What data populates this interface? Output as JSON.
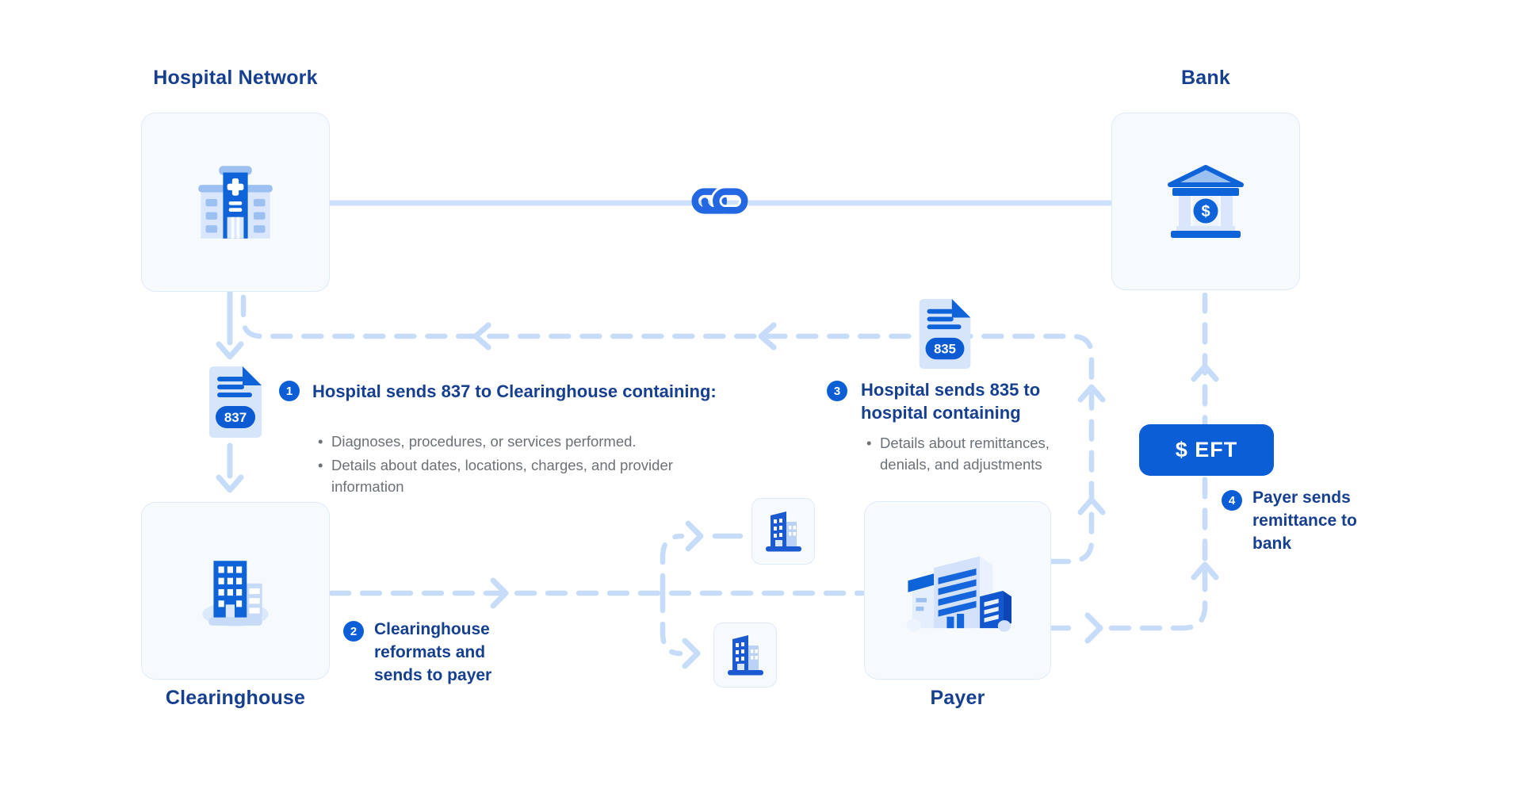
{
  "diagram": {
    "nodes": {
      "hospital": {
        "title": "Hospital Network"
      },
      "bank": {
        "title": "Bank"
      },
      "clearinghouse": {
        "title": "Clearinghouse"
      },
      "payer": {
        "title": "Payer"
      }
    },
    "documents": {
      "claim_837": {
        "label": "837"
      },
      "remittance_835": {
        "label": "835"
      }
    },
    "steps": [
      {
        "number": "1",
        "heading": "Hospital sends 837 to Clearinghouse containing:",
        "bullets": [
          "Diagnoses, procedures, or services performed.",
          "Details about dates, locations, charges, and provider information"
        ]
      },
      {
        "number": "2",
        "heading": "Clearinghouse reformats and sends to payer"
      },
      {
        "number": "3",
        "heading": "Hospital sends 835 to hospital containing",
        "bullets": [
          "Details about remittances, denials, and adjustments"
        ]
      },
      {
        "number": "4",
        "heading": "Payer sends remittance to bank"
      }
    ],
    "badges": {
      "eft": "$ EFT"
    },
    "glyphs": {
      "dollar": "$"
    },
    "colors": {
      "primary_blue": "#0f63d8",
      "navy_text": "#163f8f",
      "connector_blue": "#c6dcf9",
      "light_icon_blue": "#d9e6fb",
      "medium_icon_blue": "#9dc0f3",
      "bullet_gray": "#6b7177",
      "node_bg": "#f7fafd",
      "node_border": "#dfeaf8"
    }
  }
}
